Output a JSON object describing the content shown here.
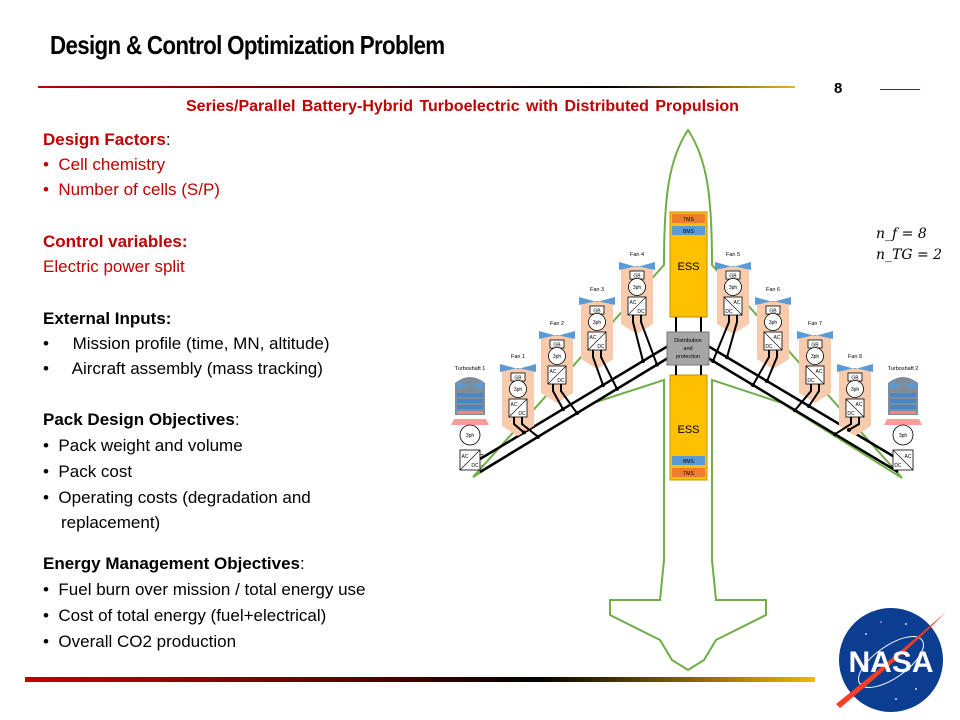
{
  "title": "Design & Control Optimization Problem",
  "page_number": "8",
  "subtitle": "Series/Parallel Battery-Hybrid Turboelectric with Distributed Propulsion",
  "design_factors": {
    "heading": "Design Factors",
    "colon": ":",
    "items": [
      "Cell chemistry",
      "Number of cells (S/P)"
    ]
  },
  "control_variables": {
    "heading": "Control variables:",
    "items": [
      "Electric power split"
    ]
  },
  "external_inputs": {
    "heading": "External Inputs:",
    "items": [
      "Mission profile (time, MN, altitude)",
      "Aircraft assembly (mass tracking)"
    ]
  },
  "pack_design": {
    "heading": "Pack Design Objectives",
    "colon": ":",
    "items": [
      "Pack weight and volume",
      "Pack cost",
      "Operating costs (degradation and",
      "replacement)"
    ]
  },
  "energy_mgmt": {
    "heading": "Energy Management Objectives",
    "colon": ":",
    "items": [
      "Fuel burn over mission / total energy use",
      "Cost of total energy (fuel+electrical)",
      "Overall CO2 production"
    ]
  },
  "equations": {
    "nf": "n_f = 8",
    "ntg": "n_TG = 2"
  },
  "diagram": {
    "fans": [
      "Fan 1",
      "Fan 2",
      "Fan 3",
      "Fan 4",
      "Fan 5",
      "Fan 6",
      "Fan 7",
      "Fan 8"
    ],
    "turboshafts": [
      "Turboshaft 1",
      "Turboshaft 2"
    ],
    "ess": "ESS",
    "tms": "TMS",
    "bms": "BMS",
    "distribution": [
      "Distribution",
      "and",
      "protection"
    ],
    "gb": "GB",
    "motor": "3ph",
    "ac": "AC",
    "dc": "DC",
    "plus": "+",
    "minus": "-"
  },
  "logo_text": "NASA",
  "colors": {
    "red": "#c00000",
    "outline": "#70ad47",
    "ess": "#ffc000",
    "tms": "#ed7d31",
    "bms": "#5b9bd5",
    "fan_body": "#f8cbad",
    "fan_blade": "#5b9bd5",
    "dist": "#a6a6a6"
  }
}
